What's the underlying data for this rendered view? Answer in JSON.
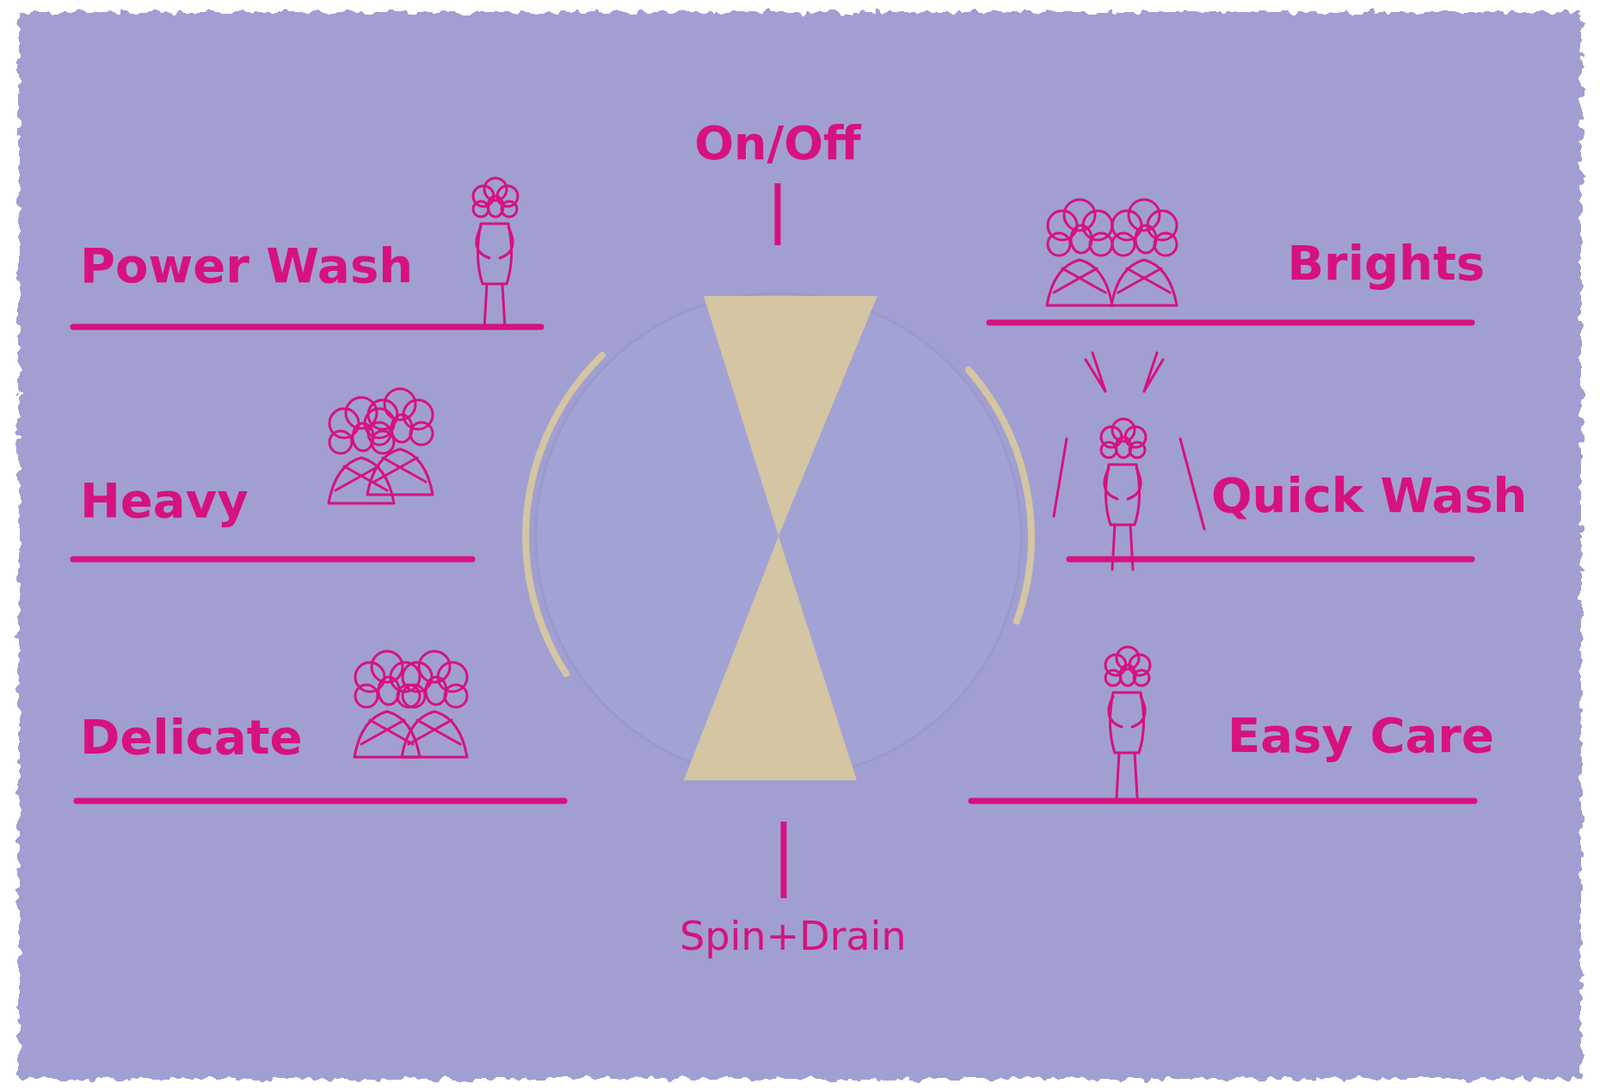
{
  "diagram": {
    "labels": [
      "On/Off",
      "Power Wash",
      "Brights",
      "Heavy",
      "Quick Wash",
      "Delicate",
      "Easy Care",
      "Spin+Drain"
    ]
  }
}
